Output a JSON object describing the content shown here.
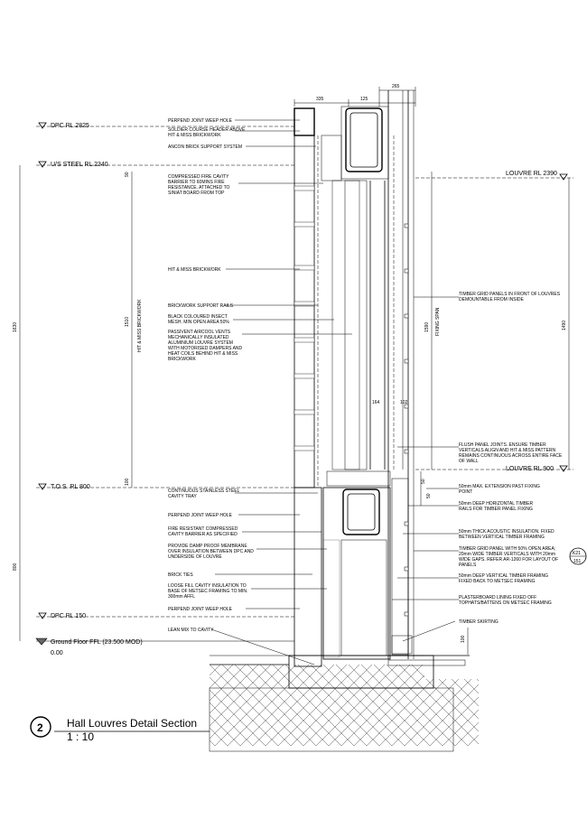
{
  "title_block": {
    "number": "2",
    "title": "Hall Louvres Detail Section",
    "scale": "1 : 10"
  },
  "levels": [
    {
      "label": "DPC RL 2825"
    },
    {
      "label": "U/S STEEL RL 2340"
    },
    {
      "label": "T.O.S. RL 800"
    },
    {
      "label": "DPC RL 150"
    },
    {
      "label": "Ground Floor FFL (23.500 MOD)",
      "value": "0.00"
    },
    {
      "label": "LOUVRE RL 2390"
    },
    {
      "label": "LOUVRE RL 900"
    }
  ],
  "dimensions": {
    "top": [
      "335",
      "125",
      "265"
    ],
    "left_overall": "1630",
    "left_lower": "800",
    "brick_height": "1510",
    "brick_label": "HIT & MISS BRICKWORK",
    "small_top": "90",
    "small_low": "100",
    "fixing_span": "1590",
    "fixing_span_label": "FIXING SPAN",
    "right_span": "1490",
    "inner_1": "164",
    "inner_2": "102",
    "right_50": "50",
    "right_50b": "50",
    "bottom_100": "100"
  },
  "left_notes": [
    "PERPEND JOINT WEEP HOLE",
    "SOLDIER COURSE HEADER ABOVE HIT & MISS BRICKWORK",
    "ANCON BRICK SUPPORT SYSTEM",
    "COMPRESSED FIRE CAVITY BARRIER TO 60MINS FIRE RESISTANCE. ATTACHED TO SINIAT BOARD FROM TOP",
    "HIT & MISS BRICKWORK",
    "BRICKWORK SUPPORT RAILS",
    "BLACK COLOURED INSECT MESH. MIN OPEN AREA 50%",
    "PASSIVENT AIRCOOL VENTS MECHANICALLY INSULATED ALUMINIUM LOUVRE SYSTEM WITH MOTORISED DAMPERS AND HEAT COILS BEHIND HIT & MISS BRICKWORK",
    "CONTINUOUS STAINLESS STEEL CAVITY TRAY",
    "PERPEND JOINT WEEP HOLE",
    "FIRE RESISTANT COMPRESSED CAVITY BARRIER AS SPECIFIED",
    "PROVIDE DAMP PROOF MEMBRANE OVER INSULATION BETWEEN DPC AND UNDERSIDE OF LOUVRE",
    "BRICK TIES",
    "LOOSE FILL CAVITY INSULATION TO BASE OF METSEC FRAMING TO MIN. 300mm AFFL",
    "PERPEND JOINT WEEP HOLE",
    "LEAN MIX TO CAVITY"
  ],
  "right_notes": [
    "TIMBER GRID PANELS IN FRONT OF LOUVRES DEMOUNTABLE FROM INSIDE",
    "FLUSH PANEL JOINTS. ENSURE TIMBER VERTICALS ALIGN AND HIT & MISS PATTERN REMAINS CONTINUOUS ACROSS ENTIRE FACE OF WALL",
    "50mm MAX. EXTENSION PAST FIXING POINT",
    "50mm DEEP HORIZONTAL TIMBER RAILS FOR TIMBER PANEL FIXING",
    "50mm THICK ACOUSTIC INSULATION. FIXED BETWEEN VERTICAL TIMBER FRAMING",
    "TIMBER GRID PANEL WITH 50% OPEN AREA; 20mm WIDE TIMBER VERTICALS WITH 20mm WIDE GAPS. REFER AR-1260 FOR LAYOUT OF PANELS",
    "50mm DEEP VERTICAL TIMBER FRAMING FIXED BACK TO METSEC FRAMING",
    "PLASTERBOARD LINING FIXED OFF TOPHATS/BATTENS ON METSEC FRAMING",
    "TIMBER SKIRTING"
  ],
  "tag": {
    "code": "K21",
    "sheet": "151"
  }
}
